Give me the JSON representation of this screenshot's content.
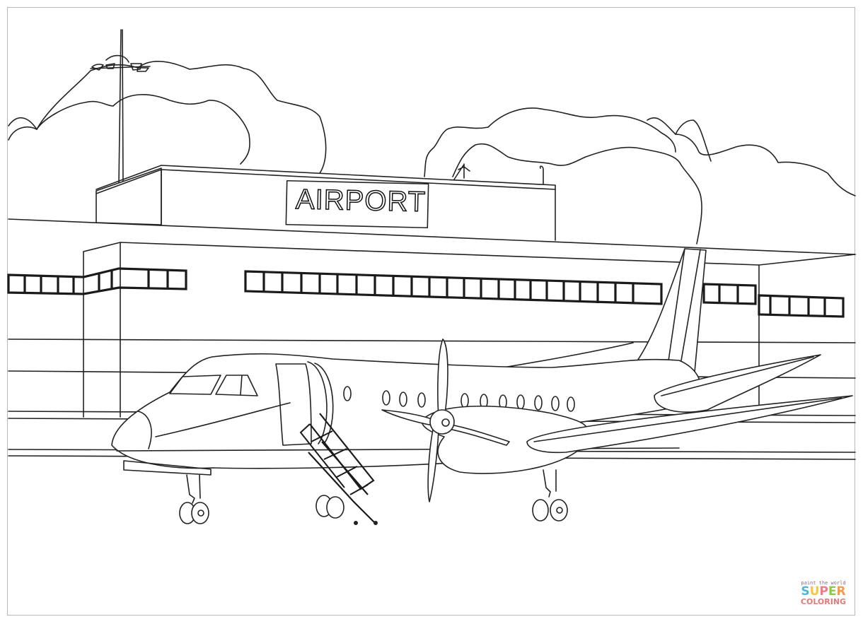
{
  "scene": {
    "type": "coloring-page",
    "subject": "airport terminal with turboprop airplane",
    "line_color": "#222222",
    "background": "#ffffff",
    "frame_color": "#b8b8b8"
  },
  "sign": {
    "text": "AIRPORT"
  },
  "watermark": {
    "tagline": "paint the world",
    "brand_top": [
      "S",
      "U",
      "P",
      "E",
      "R"
    ],
    "brand_bottom": "COLORING",
    "colors": [
      "#49b8d8",
      "#f2c744",
      "#f07a8a",
      "#8cc84a",
      "#f49a4a"
    ]
  },
  "elements": {
    "light_pole": "light-pole-icon",
    "clouds": "cloud-outline",
    "terminal_building": "building-icon",
    "airplane": "airplane-icon",
    "propeller": "propeller-icon",
    "boarding_stairs": "stairs-icon",
    "wind_vane": "wind-vane-icon",
    "antenna": "antenna-icon"
  },
  "counts": {
    "passenger_windows": 11,
    "cockpit_windows": 2,
    "landing_gear": 3
  }
}
